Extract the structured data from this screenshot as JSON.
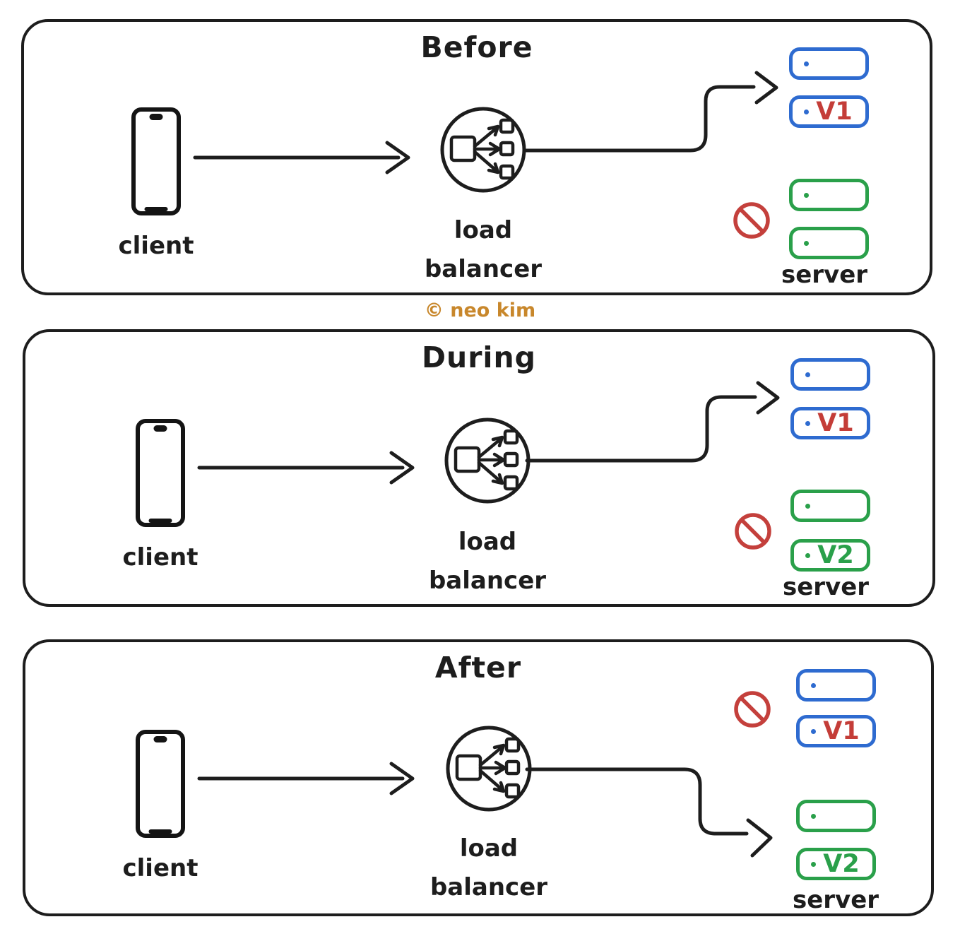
{
  "copyright": "© neo kim",
  "colors": {
    "ink": "#1d1d1d",
    "blue_server": "#2e6bd0",
    "green_server": "#2aa04a",
    "version_red": "#c43d38",
    "no_entry_red": "#c4403c",
    "copyright_orange": "#c8872b"
  },
  "icons": {
    "client": "phone-icon",
    "load_balancer": "load-balancer-fanout-icon",
    "blocked": "no-entry-icon",
    "flow": "hand-drawn-arrow"
  },
  "panels": [
    {
      "title": "Before",
      "client_label": "client",
      "lb_label_line1": "load",
      "lb_label_line2": "balancer",
      "server_label": "server",
      "blue_server_1_version": "",
      "blue_server_2_version": "V1",
      "green_server_1_version": "",
      "green_server_2_version": "",
      "traffic_routed_to": "blue-servers",
      "no_entry_on": "green-servers"
    },
    {
      "title": "During",
      "client_label": "client",
      "lb_label_line1": "load",
      "lb_label_line2": "balancer",
      "server_label": "server",
      "blue_server_1_version": "",
      "blue_server_2_version": "V1",
      "green_server_1_version": "",
      "green_server_2_version": "V2",
      "traffic_routed_to": "blue-servers",
      "no_entry_on": "green-servers"
    },
    {
      "title": "After",
      "client_label": "client",
      "lb_label_line1": "load",
      "lb_label_line2": "balancer",
      "server_label": "server",
      "blue_server_1_version": "",
      "blue_server_2_version": "V1",
      "green_server_1_version": "",
      "green_server_2_version": "V2",
      "traffic_routed_to": "green-servers",
      "no_entry_on": "blue-servers"
    }
  ]
}
